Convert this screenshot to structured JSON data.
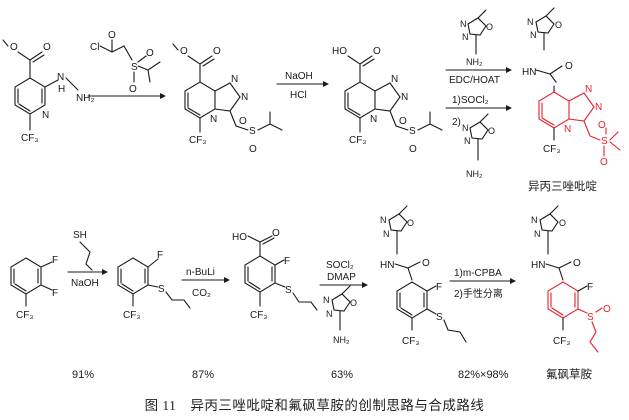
{
  "figure_caption": "图 11　异丙三唑吡啶和氟砜草胺的创制思路与合成路线",
  "route1": {
    "reagent_chloro_ketone": "Cl",
    "step2_reagent_top": "NaOH",
    "step2_reagent_bottom": "HCl",
    "step3_reagent_1": "EDC/HOAT",
    "step3_reagent_2": "1)SOCl₂",
    "step3_reagent_3": "2)",
    "product_name": "异丙三唑吡啶"
  },
  "route2": {
    "step1_reagent": "NaOH",
    "step2_reagent_top": "n-BuLi",
    "step2_reagent_bottom": "CO₂",
    "step3_reagent_top": "SOCl₂",
    "step3_reagent_bottom": "DMAP",
    "step4_reagent_top": "1)m-CPBA",
    "step4_reagent_bottom": "2)手性分离",
    "product_name": "氟砜草胺",
    "yields": [
      "91%",
      "87%",
      "63%",
      "82%×98%"
    ]
  },
  "atoms": {
    "methoxy_O": "O",
    "carbonyl_O": "O",
    "hydrazine": "NH₂",
    "hydrazine_N": "N",
    "hydrazine_H": "H",
    "pyridine_N": "N",
    "cf3": "CF₃",
    "sulfonyl_S": "S",
    "sulfonyl_O": "O",
    "triazole_N": "N",
    "acid_OH": "HO",
    "oxadiazole_O": "O",
    "oxadiazole_N": "N",
    "amine_NH2": "NH₂",
    "amide_HN": "HN",
    "thiol": "SH",
    "fluorine": "F",
    "thioether_S": "S",
    "sulfoxide_O": "O"
  }
}
